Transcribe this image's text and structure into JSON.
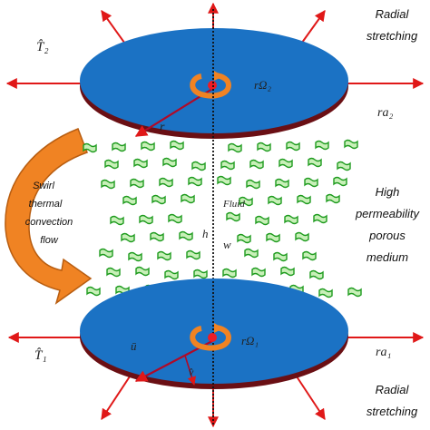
{
  "colors": {
    "disk_fill": "#1b72c4",
    "disk_rim": "#6a0f14",
    "arrow_red": "#e01818",
    "swirl_orange": "#f08323",
    "swirl_outline": "#b85d10",
    "particle_green": "#1e9b1e",
    "particle_fill": "#c8f0b8",
    "center_dot": "#ee1c24",
    "radius_line": "#b00a28"
  },
  "top_disk": {
    "rotation_label": "rΩ₂",
    "radius_label": "r",
    "stretch_label": "ra₂",
    "torque_label": "T̂₂"
  },
  "bottom_disk": {
    "rotation_label": "rΩ₁",
    "velocity_u_label": "ū",
    "velocity_v_label": "v̂",
    "stretch_label": "ra₁",
    "torque_label": "T̂₁"
  },
  "gap": {
    "fluid_label": "Fluid",
    "height_label": "h",
    "axial_velocity_label": "w"
  },
  "side_text": {
    "radial_stretching_top": [
      "Radial",
      "stretching"
    ],
    "radial_stretching_bottom": [
      "Radial",
      "stretching"
    ],
    "porous_medium": [
      "High",
      "permeability",
      "porous",
      "medium"
    ],
    "swirl_flow": [
      "Swirl",
      "thermal",
      "convection",
      "flow"
    ]
  }
}
